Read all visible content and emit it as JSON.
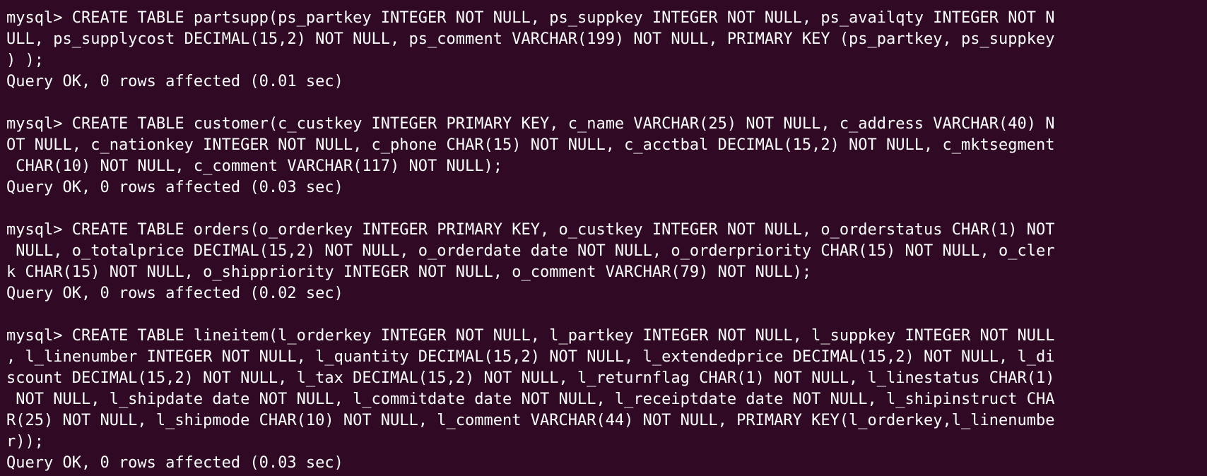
{
  "terminal": {
    "background": "#300a24",
    "foreground": "#ffffff",
    "lines": [
      "mysql> CREATE TABLE partsupp(ps_partkey INTEGER NOT NULL, ps_suppkey INTEGER NOT NULL, ps_availqty INTEGER NOT N",
      "ULL, ps_supplycost DECIMAL(15,2) NOT NULL, ps_comment VARCHAR(199) NOT NULL, PRIMARY KEY (ps_partkey, ps_suppkey",
      ") );",
      "Query OK, 0 rows affected (0.01 sec)",
      "",
      "mysql> CREATE TABLE customer(c_custkey INTEGER PRIMARY KEY, c_name VARCHAR(25) NOT NULL, c_address VARCHAR(40) N",
      "OT NULL, c_nationkey INTEGER NOT NULL, c_phone CHAR(15) NOT NULL, c_acctbal DECIMAL(15,2) NOT NULL, c_mktsegment",
      " CHAR(10) NOT NULL, c_comment VARCHAR(117) NOT NULL);",
      "Query OK, 0 rows affected (0.03 sec)",
      "",
      "mysql> CREATE TABLE orders(o_orderkey INTEGER PRIMARY KEY, o_custkey INTEGER NOT NULL, o_orderstatus CHAR(1) NOT",
      " NULL, o_totalprice DECIMAL(15,2) NOT NULL, o_orderdate date NOT NULL, o_orderpriority CHAR(15) NOT NULL, o_cler",
      "k CHAR(15) NOT NULL, o_shippriority INTEGER NOT NULL, o_comment VARCHAR(79) NOT NULL);",
      "Query OK, 0 rows affected (0.02 sec)",
      "",
      "mysql> CREATE TABLE lineitem(l_orderkey INTEGER NOT NULL, l_partkey INTEGER NOT NULL, l_suppkey INTEGER NOT NULL",
      ", l_linenumber INTEGER NOT NULL, l_quantity DECIMAL(15,2) NOT NULL, l_extendedprice DECIMAL(15,2) NOT NULL, l_di",
      "scount DECIMAL(15,2) NOT NULL, l_tax DECIMAL(15,2) NOT NULL, l_returnflag CHAR(1) NOT NULL, l_linestatus CHAR(1)",
      " NOT NULL, l_shipdate date NOT NULL, l_commitdate date NOT NULL, l_receiptdate date NOT NULL, l_shipinstruct CHA",
      "R(25) NOT NULL, l_shipmode CHAR(10) NOT NULL, l_comment VARCHAR(44) NOT NULL, PRIMARY KEY(l_orderkey,l_linenumbe",
      "r));",
      "Query OK, 0 rows affected (0.03 sec)"
    ]
  }
}
